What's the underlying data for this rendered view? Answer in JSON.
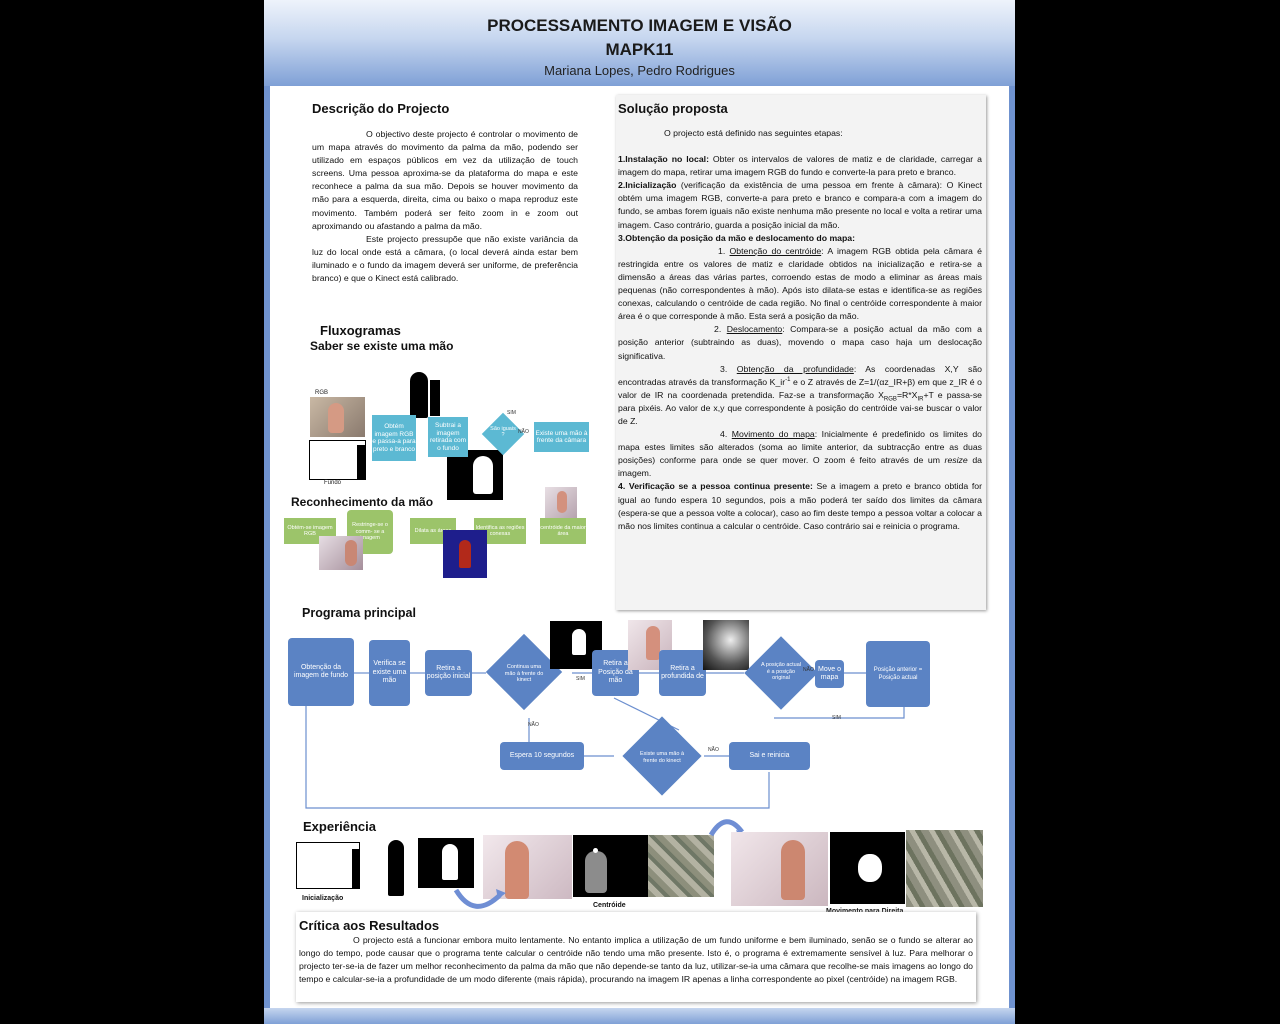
{
  "header": {
    "title": "PROCESSAMENTO IMAGEM E VISÃO",
    "subtitle": "MAPK11",
    "authors": "Mariana Lopes, Pedro Rodrigues"
  },
  "descricao": {
    "title": "Descrição do Projecto",
    "p1": "O objectivo deste projecto é controlar o movimento de um mapa através do movimento da palma da mão, podendo ser utilizado em espaços públicos em vez da utilização de touch screens. Uma pessoa aproxima-se da plataforma do mapa e este reconhece a palma da sua mão. Depois se houver movimento da mão para a esquerda, direita, cima ou baixo o mapa reproduz este movimento. Também poderá ser feito zoom in e zoom out aproximando ou afastando a palma da mão.",
    "p2": "Este projecto pressupõe que não existe variância da luz do local onde está a câmara, (o local deverá ainda estar bem iluminado e o fundo da imagem deverá ser uniforme, de preferência branco) e que o Kinect está calibrado."
  },
  "fluxogramas": {
    "title": "Fluxogramas",
    "saber_title": "Saber se existe uma mão",
    "saber": {
      "rgb_label": "RGB",
      "fundo_label": "Fundo",
      "box1": "Obtém imagem RGB e passa-a para preto e branco",
      "box2": "Subtrai a imagem retirada com o fundo",
      "diamond": "São iguais ?",
      "sim": "SIM",
      "nao": "NÃO",
      "box3": "Existe uma mão à frente da câmara"
    },
    "reconhecimento_title": "Reconhecimento da mão",
    "rec": {
      "b1": "Obtém-se imagem RGB",
      "b2": "Restringe-se o comm- se a imagem",
      "b3": "Dilata as áreas",
      "b4": "Identifica as regiões conexas",
      "b5": "centróide da maior área"
    }
  },
  "solucao": {
    "title": "Solução proposta",
    "intro": "O projecto está definido nas seguintes etapas:",
    "s1_head": "1.Instalação no local:",
    "s1_text": " Obter os intervalos de valores de matiz e de claridade, carregar a imagem do mapa, retirar uma imagem RGB do fundo e converte-la para preto e branco.",
    "s2_head": "2.Inicialização",
    "s2_text": " (verificação da existência de uma pessoa em frente à câmara): O Kinect obtém uma imagem RGB, converte-a para preto e branco e compara-a com a imagem do fundo, se ambas forem iguais não existe nenhuma mão presente no local e volta a retirar uma imagem. Caso contrário, guarda a posição inicial da mão.",
    "s3_head": "3.Obtenção da posição da mão e deslocamento do mapa:",
    "s3_1_num": "1. ",
    "s3_1_head": "Obtenção do centróide",
    "s3_1_text": ": A imagem RGB obtida pela câmara é restringida entre os valores de matiz e claridade obtidos na inicialização e retira-se a dimensão a áreas das várias partes, corroendo estas de modo a eliminar as áreas mais pequenas (não correspondentes à mão). Após isto dilata-se estas e identifica-se as regiões conexas, calculando o centróide de cada região. No final o centróide correspondente à maior área é o que corresponde à mão. Esta será a posição da mão.",
    "s3_2_num": "2. ",
    "s3_2_head": "Deslocamento",
    "s3_2_text": ": Compara-se a posição actual da mão com a posição anterior (subtraindo as duas), movendo o mapa caso haja um deslocação significativa.",
    "s3_3_num": "3. ",
    "s3_3_head": "Obtenção da profundidade",
    "s3_3_text_a": ": As coordenadas X,Y são encontradas através da transformação K_ir",
    "s3_3_sup": "-1",
    "s3_3_text_b": " e o Z através de Z=1/(αz_IR+β) em que z_IR é o valor de IR na coordenada pretendida. Faz-se a transformação X",
    "s3_3_sub1": "RGB",
    "s3_3_text_c": "=R*X",
    "s3_3_sub2": "IR",
    "s3_3_text_d": "+T       e passa-se para pixéis. Ao valor de x,y que correspondente à posição do centróide vai-se buscar o valor de Z.",
    "s3_4_num": "4. ",
    "s3_4_head": "Movimento do mapa",
    "s3_4_text_a": ": Inicialmente é predefinido os limites do mapa estes limites são alterados (soma ao limite anterior, da subtracção entre as duas posições) conforme para onde se quer mover. O zoom é feito através de um ",
    "s3_4_em": "resize",
    "s3_4_text_b": " da imagem.",
    "s4_head": "4.  Verificação se a pessoa continua presente:",
    "s4_text": "  Se a imagem a preto e branco obtida for igual ao fundo espera 10 segundos, pois a mão poderá ter saído dos limites da câmara (espera-se que a pessoa volte a colocar), caso ao fim deste tempo a pessoa voltar a colocar a mão nos limites continua a calcular o centróide. Caso contrário sai e reinicia o programa."
  },
  "programa": {
    "title": "Programa principal",
    "b_obtencao": "Obtenção da imagem de fundo",
    "b_verifica": "Verifica se existe uma mão",
    "b_retira_ini": "Retira a posição inicial",
    "d_continua": "Continua uma mão à frente do kinect",
    "b_retira_pos": "Retira a Posição da mão",
    "b_retira_prof": "Retira a profundida de",
    "d_posicao": "A posição actual é a posição original",
    "b_move": "Move o mapa",
    "b_pos_ant": "Posição anterior = Posição actual",
    "b_espera": "Espera 10 segundos",
    "d_existe": "Existe uma mão à frente do kinect",
    "b_sai": "Sai e reinicia",
    "sim": "SIM",
    "nao": "NÃO"
  },
  "experiencia": {
    "title": "Experiência",
    "cap_ini": "Inicialização",
    "cap_cent": "Centróide",
    "cap_mov": "Movimento para Direita"
  },
  "critica": {
    "title": "Crítica aos Resultados",
    "text": "O projecto está a funcionar embora muito lentamente. No entanto implica a utilização de um fundo uniforme e bem iluminado, senão se o fundo se alterar ao longo do tempo, pode causar que o programa tente calcular o centróide não tendo uma mão presente. Isto é, o programa é extremamente sensível à luz. Para melhorar o projecto ter-se-ia de fazer um melhor reconhecimento da palma da mão que não depende-se tanto da luz, utilizar-se-ia uma câmara que recolhe-se mais imagens ao longo do tempo e calcular-se-ia a profundidade de um modo diferente (mais rápida), procurando na imagem IR apenas a linha correspondente ao  pixel (centróide) na imagem RGB."
  },
  "colors": {
    "header_blue": "#7fa0d6",
    "flow_blue": "#5b83c4",
    "teal": "#5cb9d3",
    "green": "#9cc46a"
  }
}
